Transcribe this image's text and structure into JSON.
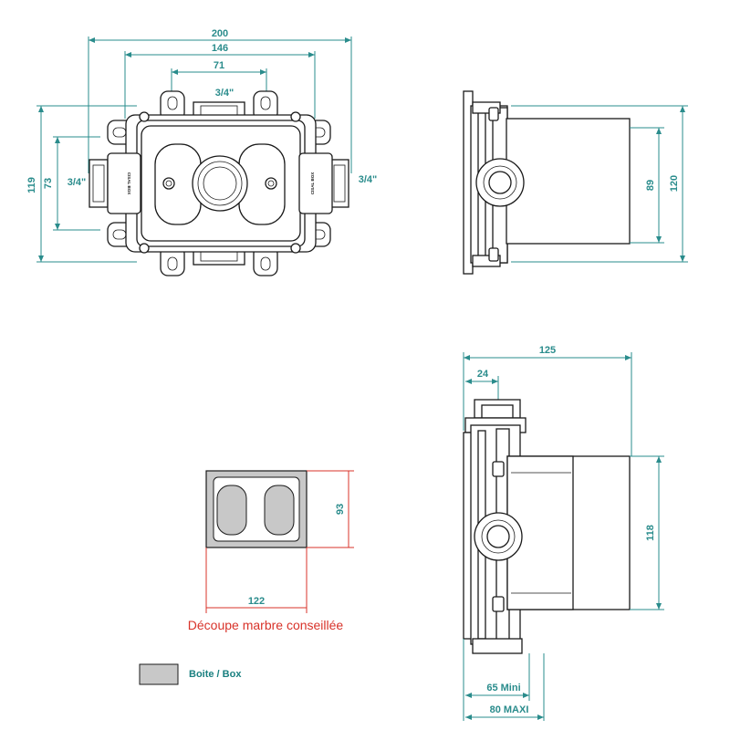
{
  "front_view": {
    "width_total": "200",
    "width_mid": "146",
    "width_inner": "71",
    "top_thread": "3/4\"",
    "left_thread": "3/4\"",
    "right_thread": "3/4\"",
    "height_total": "119",
    "height_inner": "73",
    "brand_left": "CISAL BOX",
    "brand_right": "CISAL BOX"
  },
  "side_view_top": {
    "depth_89": "89",
    "height_120": "120"
  },
  "cutout": {
    "height": "93",
    "width": "122",
    "caption": "Découpe marbre conseillée"
  },
  "side_view_bottom": {
    "width_125": "125",
    "width_24": "24",
    "height_118": "118",
    "min_label": "65 Mini",
    "max_label": "80 MAXI"
  },
  "legend": {
    "label": "Boite / Box",
    "swatch_color": "#c8c8c8"
  },
  "colors": {
    "dimension": "#2a8c8c",
    "caption": "#d8332a",
    "outline": "#1a1a1a"
  }
}
